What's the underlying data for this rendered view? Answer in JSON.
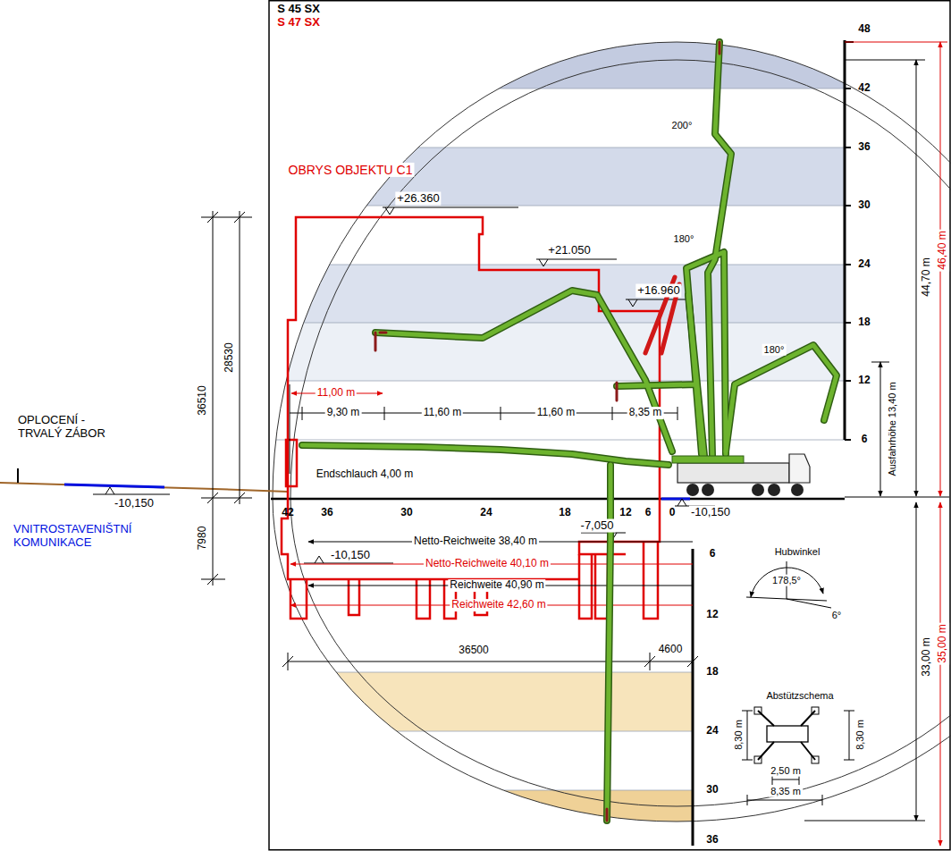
{
  "diagram": {
    "labels": [
      "S 45 SX",
      "S 47 SX",
      "48",
      "42",
      "200°",
      "36",
      "OBRYS OBJEKTU C1",
      "+26.360",
      "30",
      "180°",
      "+21.050",
      "24",
      "+16.960",
      "18",
      "180°",
      "36510",
      "28530",
      "12",
      "11,00 m",
      "9,30 m",
      "11,60 m",
      "11,60 m",
      "8,35 m",
      "Ausfahrhöhe 13,40 m",
      "6",
      "44,70 m",
      "46,40 m",
      "OPLOCENÍ - TRVALÝ ZÁBOR",
      "Endschlauch 4,00 m",
      "-10,150",
      "VNITROSTAVENIŠTNÍ KOMUNIKACE",
      "7980",
      "42",
      "36",
      "30",
      "24",
      "18",
      "12",
      "6",
      "0",
      "-10,150",
      "-7,050",
      "Netto-Reichweite 38,40 m",
      "Netto-Reichweite 40,10 m",
      "-10,150",
      "6",
      "Hubwinkel",
      "178,5°",
      "6°",
      "Reichweite 40,90 m",
      "Reichweite 42,60 m",
      "12",
      "36500",
      "4600",
      "18",
      "Abstützschema",
      "8,30 m",
      "8,30 m",
      "2,50 m",
      "8,35 m",
      "24",
      "33,00 m",
      "35,00 m",
      "30",
      "36"
    ]
  }
}
